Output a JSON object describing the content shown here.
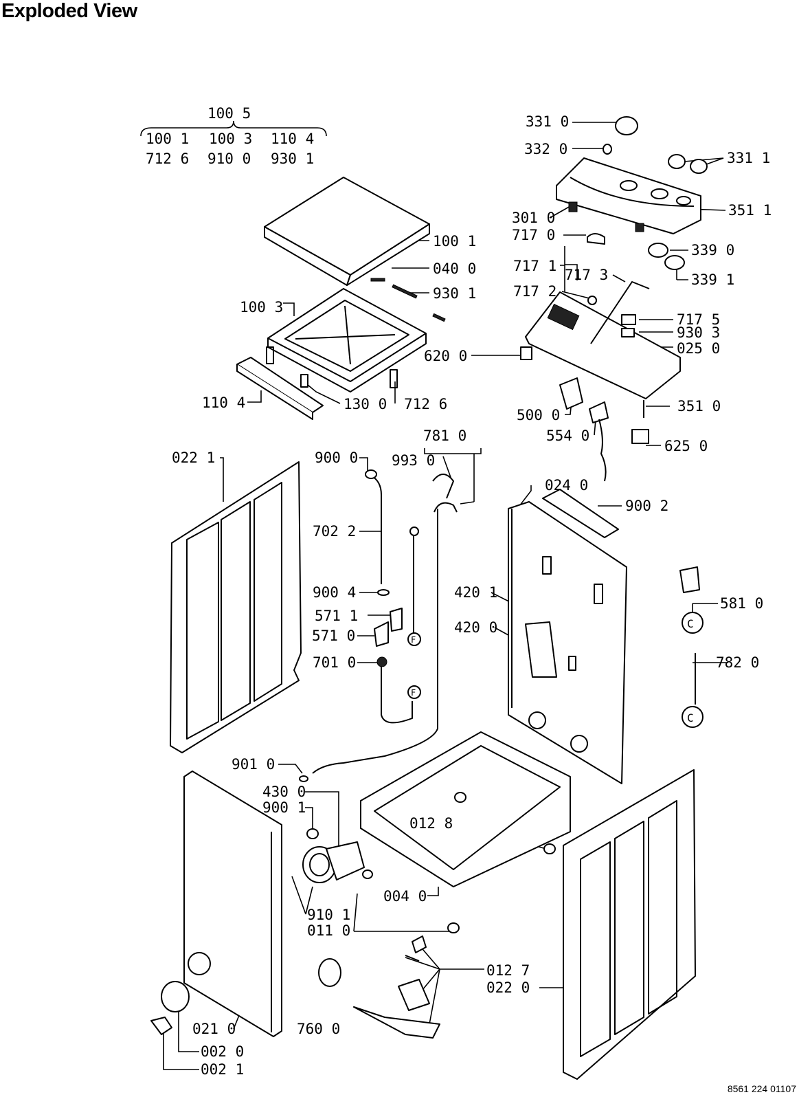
{
  "title": "Exploded View",
  "doc_number": "8561 224 01107",
  "labels": {
    "l_1005": "100 5",
    "l_1001a": "100 1",
    "l_1003a": "100 3",
    "l_1104a": "110 4",
    "l_7126a": "712 6",
    "l_9100": "910 0",
    "l_9301a": "930 1",
    "l_3310": "331 0",
    "l_3320": "332 0",
    "l_3311": "331 1",
    "l_3010": "301 0",
    "l_3511": "351 1",
    "l_7170": "717 0",
    "l_3390": "339 0",
    "l_7171": "717 1",
    "l_7173": "717 3",
    "l_3391": "339 1",
    "l_7172": "717 2",
    "l_1001": "100 1",
    "l_0400": "040 0",
    "l_9301": "930 1",
    "l_1003": "100 3",
    "l_7175": "717 5",
    "l_9303": "930 3",
    "l_0250": "025 0",
    "l_6200": "620 0",
    "l_1104": "110 4",
    "l_1300": "130 0",
    "l_7126": "712 6",
    "l_5000": "500 0",
    "l_3510": "351 0",
    "l_5540": "554 0",
    "l_6250": "625 0",
    "l_7810": "781 0",
    "l_0221": "022 1",
    "l_9000": "900 0",
    "l_9930": "993 0",
    "l_0240": "024 0",
    "l_9002": "900 2",
    "l_7022": "702 2",
    "l_9004": "900 4",
    "l_4201": "420 1",
    "l_5711": "571 1",
    "l_5810": "581 0",
    "l_5710": "571 0",
    "l_4200": "420 0",
    "l_7010": "701 0",
    "l_7820": "782 0",
    "l_9010": "901 0",
    "l_4300": "430 0",
    "l_9001": "900 1",
    "l_0128": "012 8",
    "l_0040": "004 0",
    "l_9101": "910 1",
    "l_0110": "011 0",
    "l_0127": "012 7",
    "l_0220": "022 0",
    "l_0210": "021 0",
    "l_7600": "760 0",
    "l_0020": "002 0",
    "l_0021": "002 1"
  },
  "connectors": {
    "c_upper": "C",
    "c_lower": "C",
    "f_upper": "F",
    "f_lower": "F"
  }
}
